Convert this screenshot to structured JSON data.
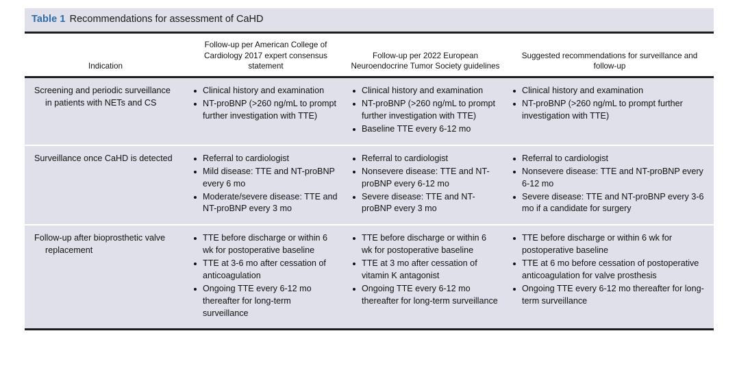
{
  "caption": {
    "label": "Table 1",
    "text": "Recommendations for assessment of CaHD",
    "label_color": "#2e6da4"
  },
  "colors": {
    "row_background": "#dfe0e9",
    "caption_background": "#dfe0e9",
    "rule": "#1c1c1c",
    "separator": "#ffffff",
    "text": "#111111"
  },
  "table": {
    "headers": [
      "Indication",
      "Follow-up per American College of Cardiology 2017 expert consensus statement",
      "Follow-up per 2022 European Neuroendocrine Tumor Society guidelines",
      "Suggested recommendations for surveillance and follow-up"
    ],
    "rows": [
      {
        "indication": "Screening and periodic surveillance in patients with NETs and CS",
        "acc": [
          "Clinical history and examination",
          "NT-proBNP (>260 ng/mL to prompt further investigation with TTE)"
        ],
        "enets": [
          "Clinical history and examination",
          "NT-proBNP (>260 ng/mL to prompt further investigation with TTE)",
          "Baseline TTE every 6-12 mo"
        ],
        "suggested": [
          "Clinical history and examination",
          "NT-proBNP (>260 ng/mL to prompt further investigation with TTE)"
        ]
      },
      {
        "indication": "Surveillance once CaHD is detected",
        "acc": [
          "Referral to cardiologist",
          "Mild disease: TTE and NT-proBNP every 6 mo",
          "Moderate/severe disease: TTE and NT-proBNP every 3 mo"
        ],
        "enets": [
          "Referral to cardiologist",
          "Nonsevere disease: TTE and NT-proBNP every 6-12 mo",
          "Severe disease: TTE and NT-proBNP every 3 mo"
        ],
        "suggested": [
          "Referral to cardiologist",
          "Nonsevere disease: TTE and NT-proBNP every 6-12 mo",
          "Severe disease: TTE and NT-proBNP every 3-6 mo if a candidate for surgery"
        ]
      },
      {
        "indication": "Follow-up after bioprosthetic valve replacement",
        "acc": [
          "TTE before discharge or within 6 wk for postoperative baseline",
          "TTE at 3-6 mo after cessation of anticoagulation",
          "Ongoing TTE every 6-12 mo thereafter for long-term surveillance"
        ],
        "enets": [
          "TTE before discharge or within 6 wk for postoperative baseline",
          "TTE at 3 mo after cessation of vitamin K antagonist",
          "Ongoing TTE every 6-12 mo thereafter for long-term surveillance"
        ],
        "suggested": [
          "TTE before discharge or within 6 wk for postoperative baseline",
          "TTE at 6 mo before cessation of postoperative anticoagulation for valve prosthesis",
          "Ongoing TTE every 6-12 mo thereafter for long-term surveillance"
        ]
      }
    ]
  }
}
